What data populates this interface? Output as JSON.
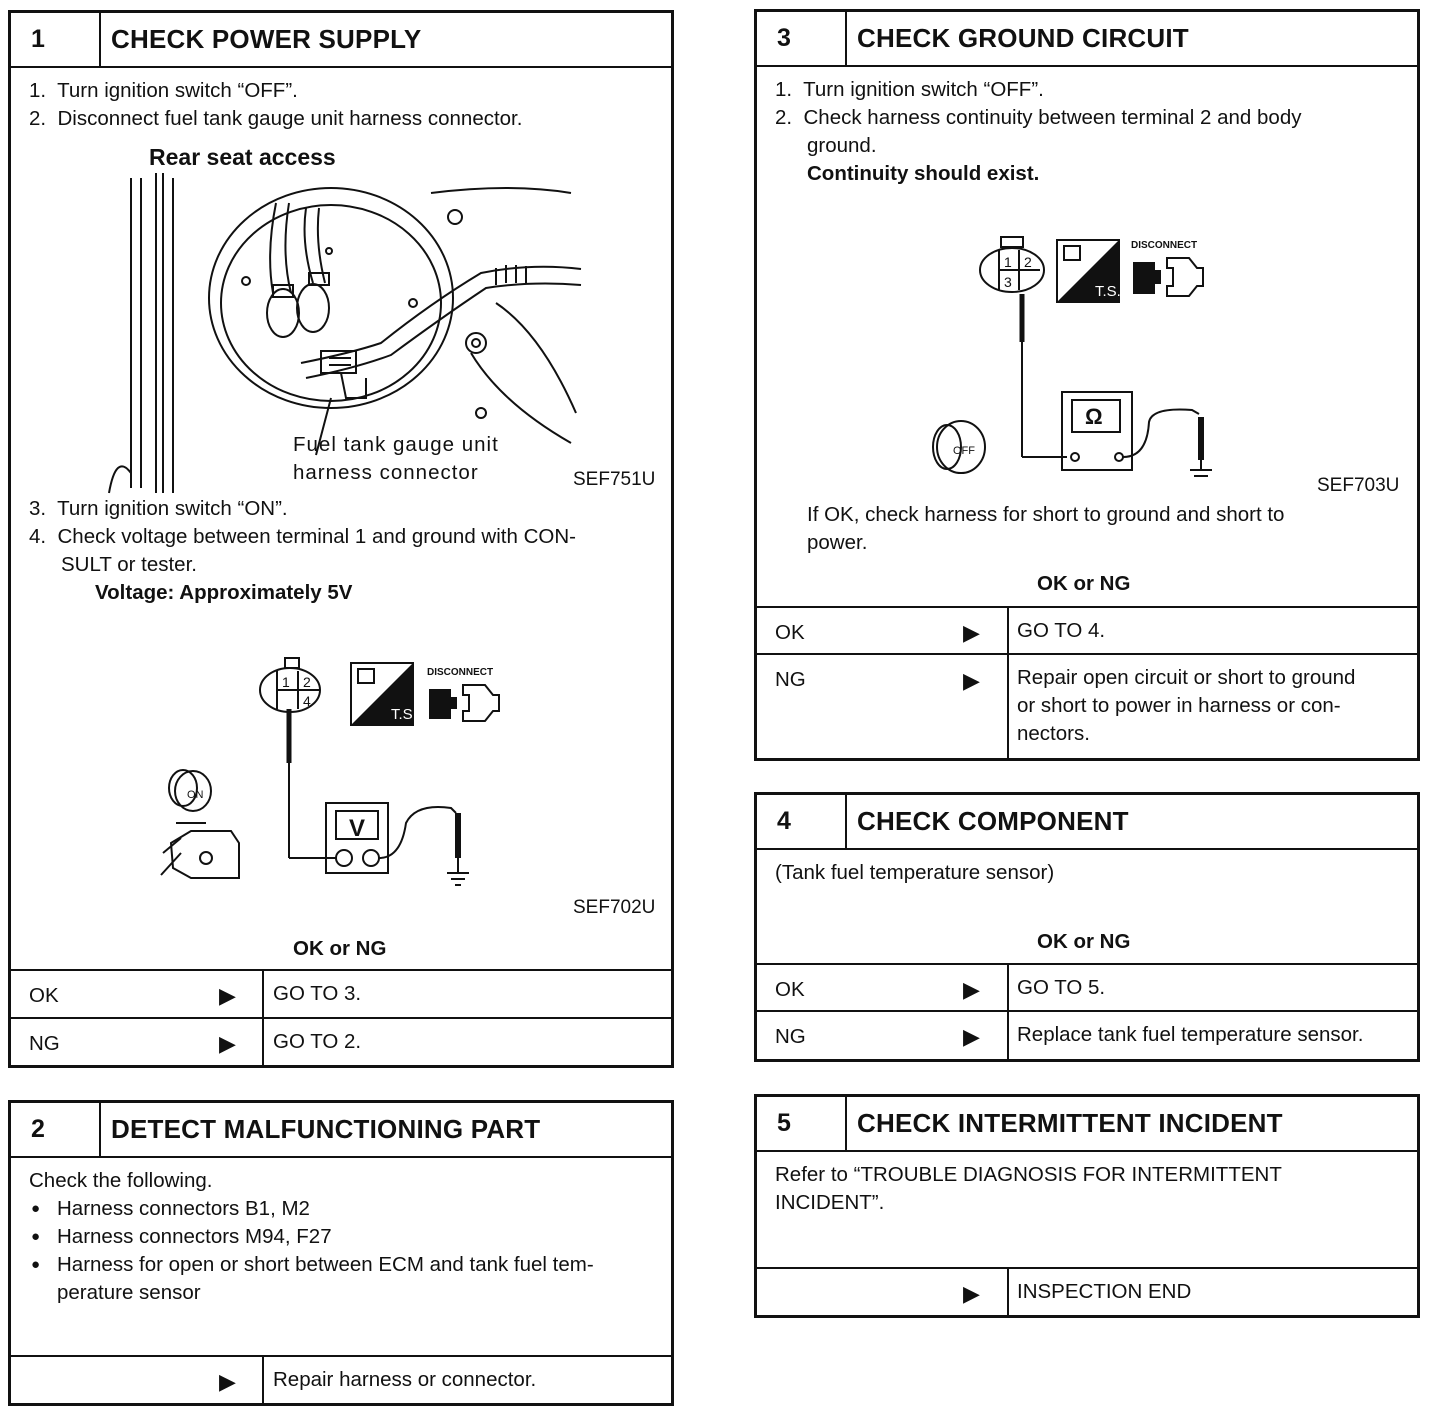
{
  "step1": {
    "number": "1",
    "title": "CHECK POWER SUPPLY",
    "item1": "1.  Turn ignition switch “OFF”.",
    "item2": "2.  Disconnect fuel tank gauge unit harness connector.",
    "fig1_title": "Rear seat access",
    "fig1_label_line1": "Fuel tank gauge unit",
    "fig1_label_line2": "harness connector",
    "fig1_code": "SEF751U",
    "item3": "3.  Turn ignition switch “ON”.",
    "item4_line1": "4.  Check voltage between terminal 1 and ground with CON-",
    "item4_line2": "SULT or tester.",
    "spec": "Voltage: Approximately 5V",
    "fig2_code": "SEF702U",
    "fig2_pins": [
      "1",
      "2",
      "4"
    ],
    "fig2_ts": "T.S.",
    "fig2_disconnect": "DISCONNECT",
    "fig2_meter": "V",
    "fig2_key": "ON",
    "ok_ng": "OK or NG",
    "results": [
      {
        "key": "OK",
        "arrow": "▶",
        "value": "GO TO 3."
      },
      {
        "key": "NG",
        "arrow": "▶",
        "value": "GO TO 2."
      }
    ]
  },
  "step2": {
    "number": "2",
    "title": "DETECT MALFUNCTIONING PART",
    "intro": "Check the following.",
    "bullet_char": "●",
    "bullet1": "Harness connectors B1, M2",
    "bullet2": "Harness connectors M94, F27",
    "bullet3_line1": "Harness for open or short between ECM and tank fuel tem-",
    "bullet3_line2": "perature sensor",
    "result": {
      "arrow": "▶",
      "value": "Repair harness or connector."
    }
  },
  "step3": {
    "number": "3",
    "title": "CHECK GROUND CIRCUIT",
    "item1": "1.  Turn ignition switch “OFF”.",
    "item2_line1": "2.  Check harness continuity between terminal 2 and body",
    "item2_line2": "ground.",
    "spec": "Continuity should exist.",
    "fig_code": "SEF703U",
    "fig_pins": [
      "1",
      "2",
      "3"
    ],
    "fig_ts": "T.S.",
    "fig_disconnect": "DISCONNECT",
    "fig_meter": "Ω",
    "fig_key": "OFF",
    "note_line1": "If OK, check harness for short to ground and short to",
    "note_line2": "power.",
    "ok_ng": "OK or NG",
    "results": [
      {
        "key": "OK",
        "arrow": "▶",
        "value": "GO TO 4."
      },
      {
        "key": "NG",
        "arrow": "▶",
        "value_line1": "Repair open circuit or short to ground",
        "value_line2": "or short to power in harness or con-",
        "value_line3": "nectors."
      }
    ]
  },
  "step4": {
    "number": "4",
    "title": "CHECK COMPONENT",
    "text": "(Tank fuel temperature sensor)",
    "ok_ng": "OK or NG",
    "results": [
      {
        "key": "OK",
        "arrow": "▶",
        "value": "GO TO 5."
      },
      {
        "key": "NG",
        "arrow": "▶",
        "value": "Replace tank fuel temperature sensor."
      }
    ]
  },
  "step5": {
    "number": "5",
    "title": "CHECK INTERMITTENT INCIDENT",
    "text_line1": "Refer to “TROUBLE DIAGNOSIS FOR INTERMITTENT",
    "text_line2": "INCIDENT”.",
    "result": {
      "arrow": "▶",
      "value": "INSPECTION END"
    }
  }
}
